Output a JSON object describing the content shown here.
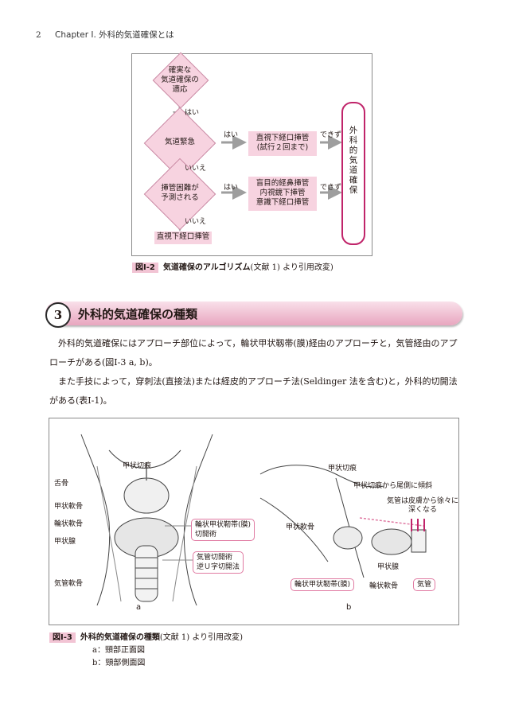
{
  "header": {
    "page_number": "2",
    "chapter": "Chapter Ⅰ. 外科的気道確保とは"
  },
  "figure1": {
    "decisions": [
      "確実な\n気道確保の\n適応",
      "気道緊急",
      "挿管困難が\n予測される"
    ],
    "edge_labels": {
      "hai_1": "はい",
      "iie_1": "いいえ",
      "hai_2": "はい",
      "iie_2": "いいえ",
      "hai_3": "はい",
      "dekizu_1": "できず",
      "dekizu_2": "できず"
    },
    "action_1": "直視下経口挿管\n(試行２回まで)",
    "action_2": "盲目的経鼻挿管\n内視鏡下挿管\n意識下経口挿管",
    "final_left": "直視下経口挿管",
    "final_right": "外科的気道確保",
    "caption_label": "図Ⅰ-2",
    "caption_title": "気道確保のアルゴリズム",
    "caption_suffix": "(文献 1) より引用改変)"
  },
  "section": {
    "number": "3",
    "title": "外科的気道確保の種類"
  },
  "paragraph1": "外科的気道確保にはアプローチ部位によって，輪状甲状靱帯(膜)経由のアプローチと，気管経由のアプローチがある(図Ⅰ-3 a, b)。",
  "paragraph2": "また手技によって，穿刺法(直接法)または経皮的アプローチ法(Seldinger 法を含む)と，外科的切開法がある(表Ⅰ-1)。",
  "figure2": {
    "labels_a": {
      "thyroid_notch": "甲状切痕",
      "hyoid": "舌骨",
      "thyroid_cartilage": "甲状軟骨",
      "cricoid": "輪状軟骨",
      "thyroid_gland": "甲状腺",
      "tracheal_cartilage": "気管軟骨",
      "box1": "輪状甲状靭帯(膜)\n切開術",
      "box2": "気管切開術\n逆Ｕ字切開法",
      "panel": "a"
    },
    "labels_b": {
      "thyroid_notch": "甲状切痕",
      "tilt": "甲状切痕から尾側に傾斜",
      "depth": "気管は皮膚から徐々に\n深くなる",
      "thyroid_cartilage": "甲状軟骨",
      "thyroid_gland": "甲状腺",
      "membrane": "輪状甲状靭帯(膜)",
      "cricoid": "輪状軟骨",
      "trachea": "気管",
      "panel": "b"
    },
    "caption_label": "図Ⅰ-3",
    "caption_title": "外科的気道確保の種類",
    "caption_suffix": "(文献 1) より引用改変)",
    "sub_a": "a：頸部正面図",
    "sub_b": "b：頸部側面図"
  },
  "colors": {
    "pink_fill": "#f7d3e0",
    "pink_border": "#e07aa2",
    "gray_arrow": "#9e9e9e",
    "section_bar": "#e8a6bf"
  }
}
